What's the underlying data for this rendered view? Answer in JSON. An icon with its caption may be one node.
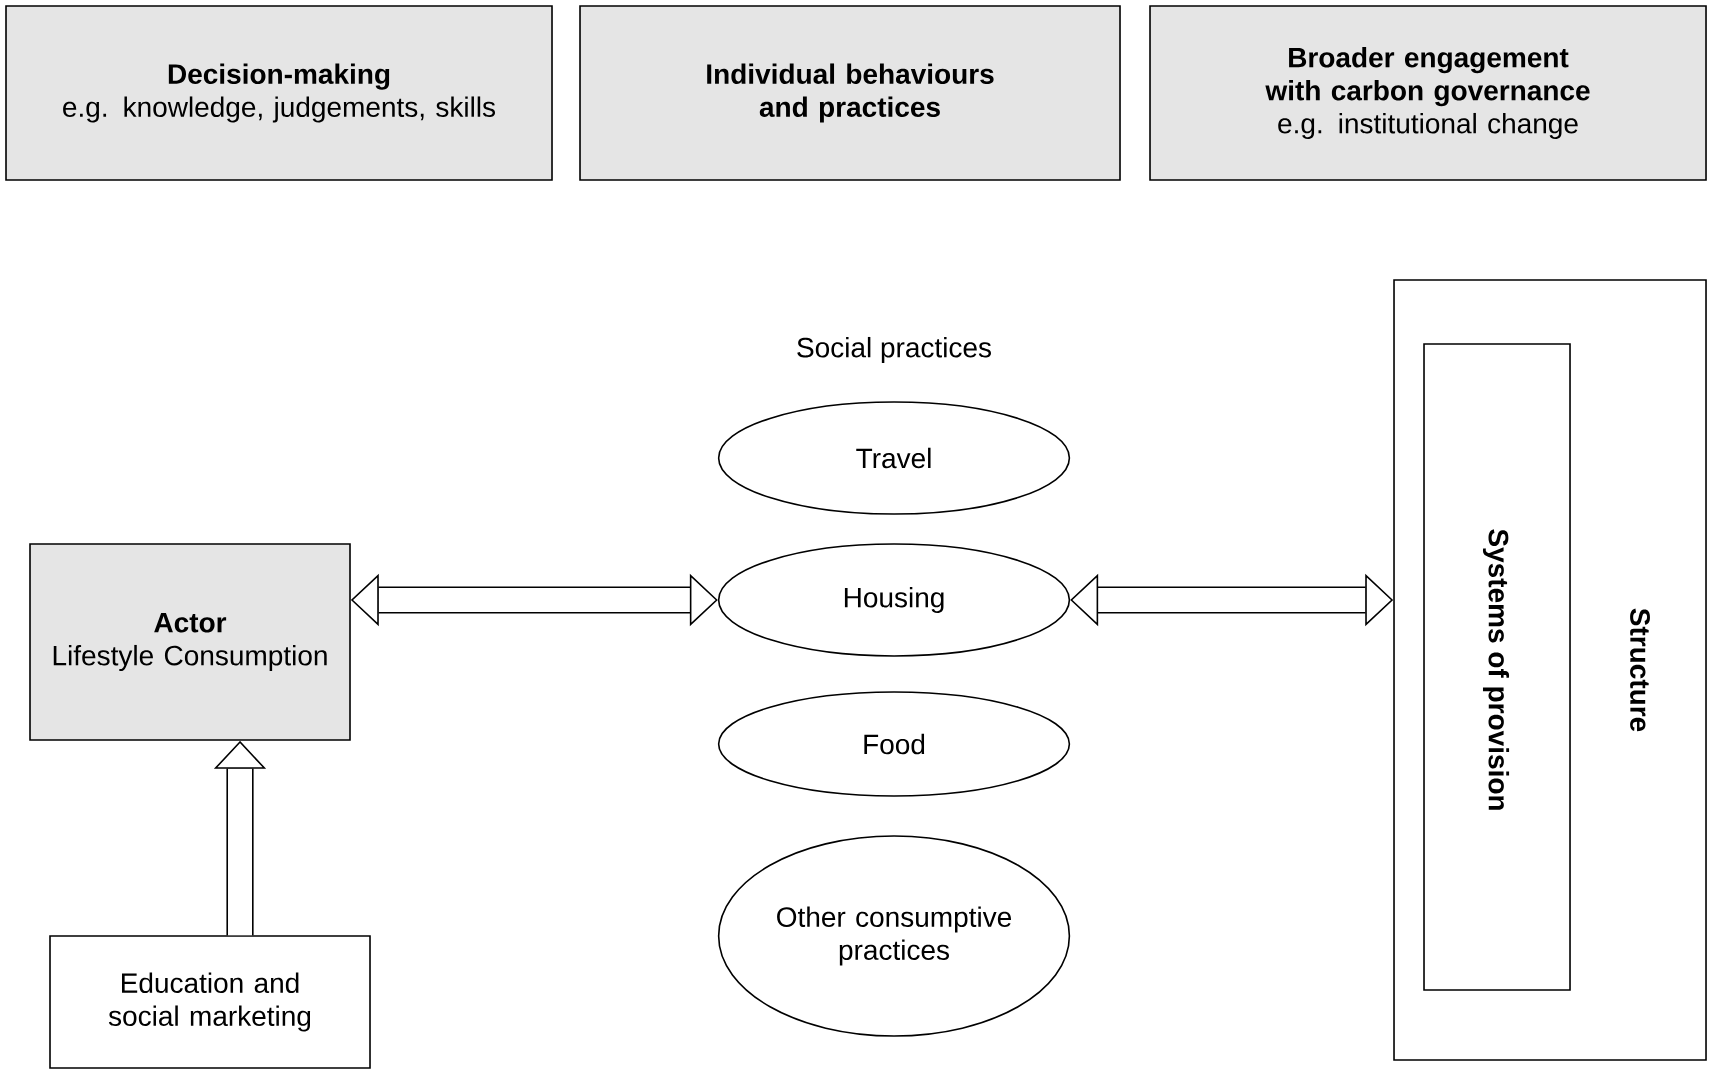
{
  "diagram": {
    "nodes": [
      {
        "text": [
          "Decision-making",
          "e.g. knowledge, judgements, skills"
        ]
      },
      {
        "text": [
          "Individual behaviours and practices"
        ]
      },
      {
        "text": [
          "Broader engagement with carbon governance",
          "e.g. institutional change"
        ]
      },
      {
        "text": [
          "Actor",
          "Lifestyle Consumption"
        ]
      },
      {
        "text": [
          "Education and social marketing"
        ]
      },
      {
        "text": [
          "Travel"
        ]
      },
      {
        "text": [
          "Housing"
        ]
      },
      {
        "text": [
          "Food"
        ]
      },
      {
        "text": [
          "Other consumptive practices"
        ]
      },
      {
        "text": [
          "Structure"
        ]
      },
      {
        "text": [
          "Systems of provision"
        ],
        "in": 9
      }
    ],
    "edges": [
      {
        "from": 3,
        "to": 6,
        "arrow": "both"
      },
      {
        "from": 6,
        "to": 9,
        "arrow": "both"
      },
      {
        "from": 4,
        "to": 3,
        "arrow": "to"
      }
    ],
    "labels": [
      "Social practices"
    ]
  }
}
